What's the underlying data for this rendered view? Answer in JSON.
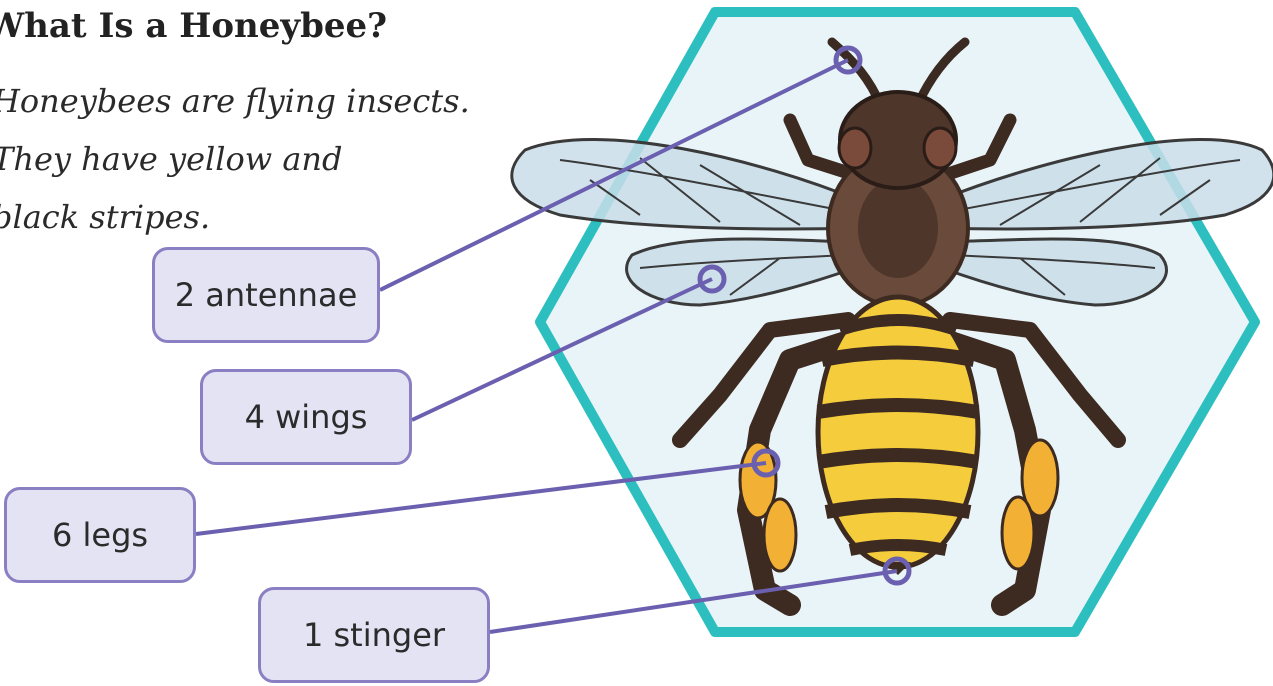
{
  "title": "What Is a Honeybee?",
  "intro_lines": [
    "Honeybees are flying insects.",
    "They have yellow and",
    "black stripes."
  ],
  "labels": {
    "antennae": "2 antennae",
    "wings": "4 wings",
    "legs": "6 legs",
    "stinger": "1 stinger"
  },
  "colors": {
    "hexagon_border": "#2dbfbf",
    "hexagon_fill": "#e9f4f8",
    "label_fill": "#e4e3f4",
    "label_border": "#8a7fc2",
    "connector": "#6b5fb0"
  }
}
